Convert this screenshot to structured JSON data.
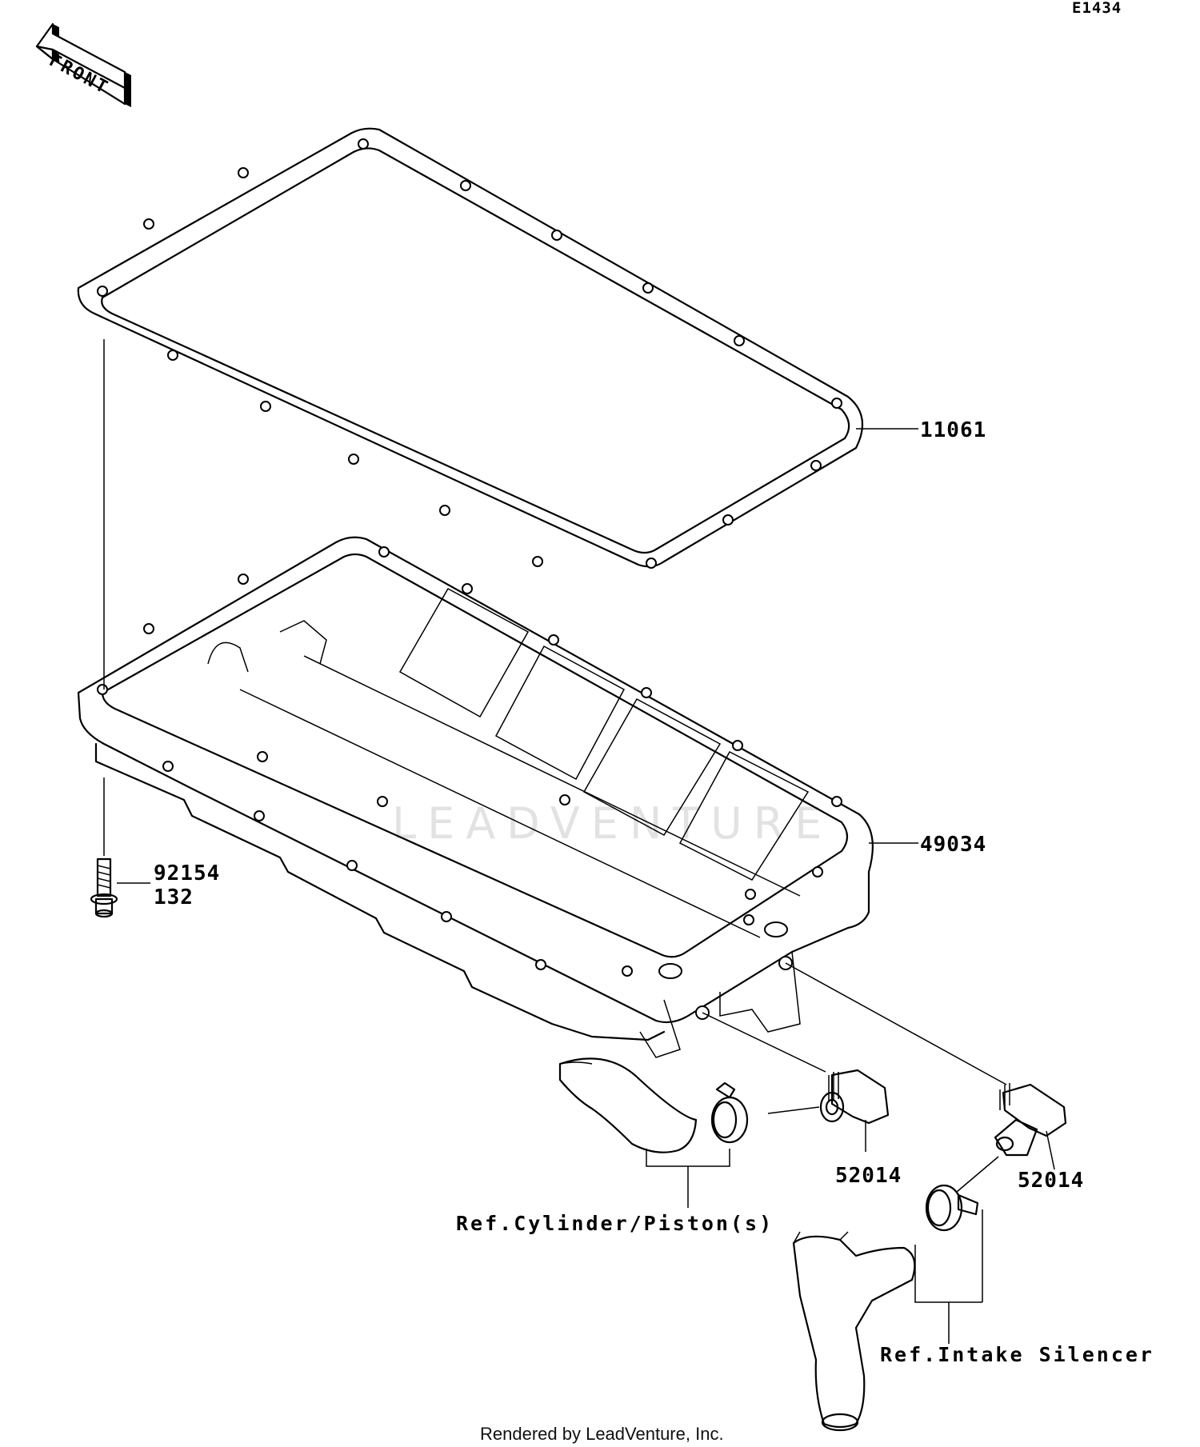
{
  "diagram_code": "E1434",
  "front_label": "FRONT",
  "watermark": "LEADVENTURE",
  "footer": "Rendered by LeadVenture, Inc.",
  "parts": {
    "gasket": "11061",
    "oil_pan": "49034",
    "bolt_part": "92154",
    "bolt_qty": "132",
    "fitting_a": "52014",
    "fitting_b": "52014"
  },
  "references": {
    "cylinder": "Ref.Cylinder/Piston(s)",
    "intake": "Ref.Intake Silencer"
  }
}
